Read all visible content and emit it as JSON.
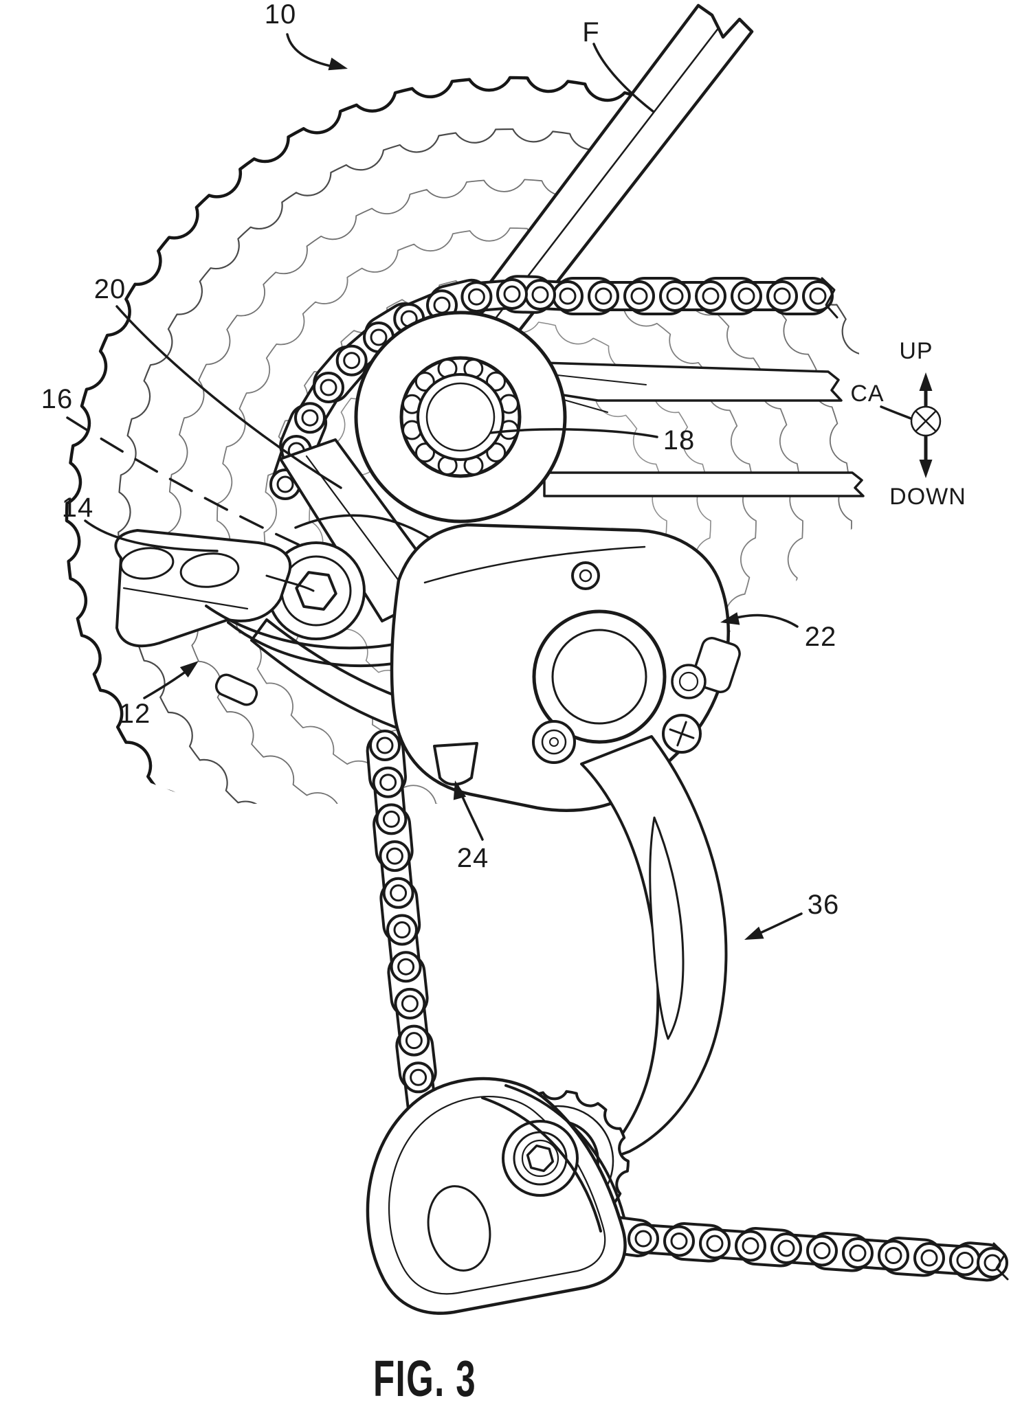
{
  "figure": {
    "caption": "FIG. 3"
  },
  "reference_labels": {
    "l10": "10",
    "lF": "F",
    "l20": "20",
    "l16": "16",
    "l14": "14",
    "l12": "12",
    "l18": "18",
    "l22": "22",
    "l24": "24",
    "l36": "36"
  },
  "compass": {
    "up": "UP",
    "ca": "CA",
    "down": "DOWN"
  },
  "colors": {
    "ink": "#1a1a1a",
    "paper": "#ffffff"
  }
}
